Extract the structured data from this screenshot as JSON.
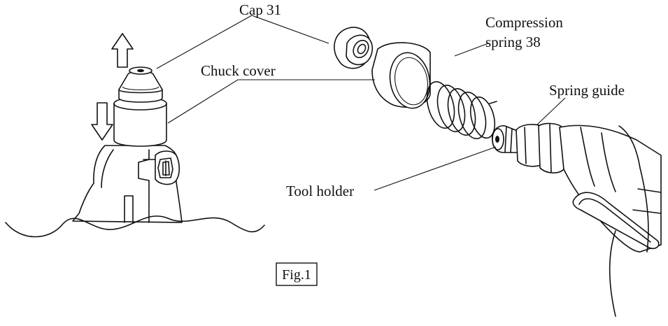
{
  "labels": {
    "cap": "Cap 31",
    "compression_line1": "Compression",
    "compression_line2": "spring 38",
    "chuck_cover": "Chuck cover",
    "spring_guide": "Spring guide",
    "tool_holder": "Tool holder"
  },
  "figure_label": "Fig.1"
}
